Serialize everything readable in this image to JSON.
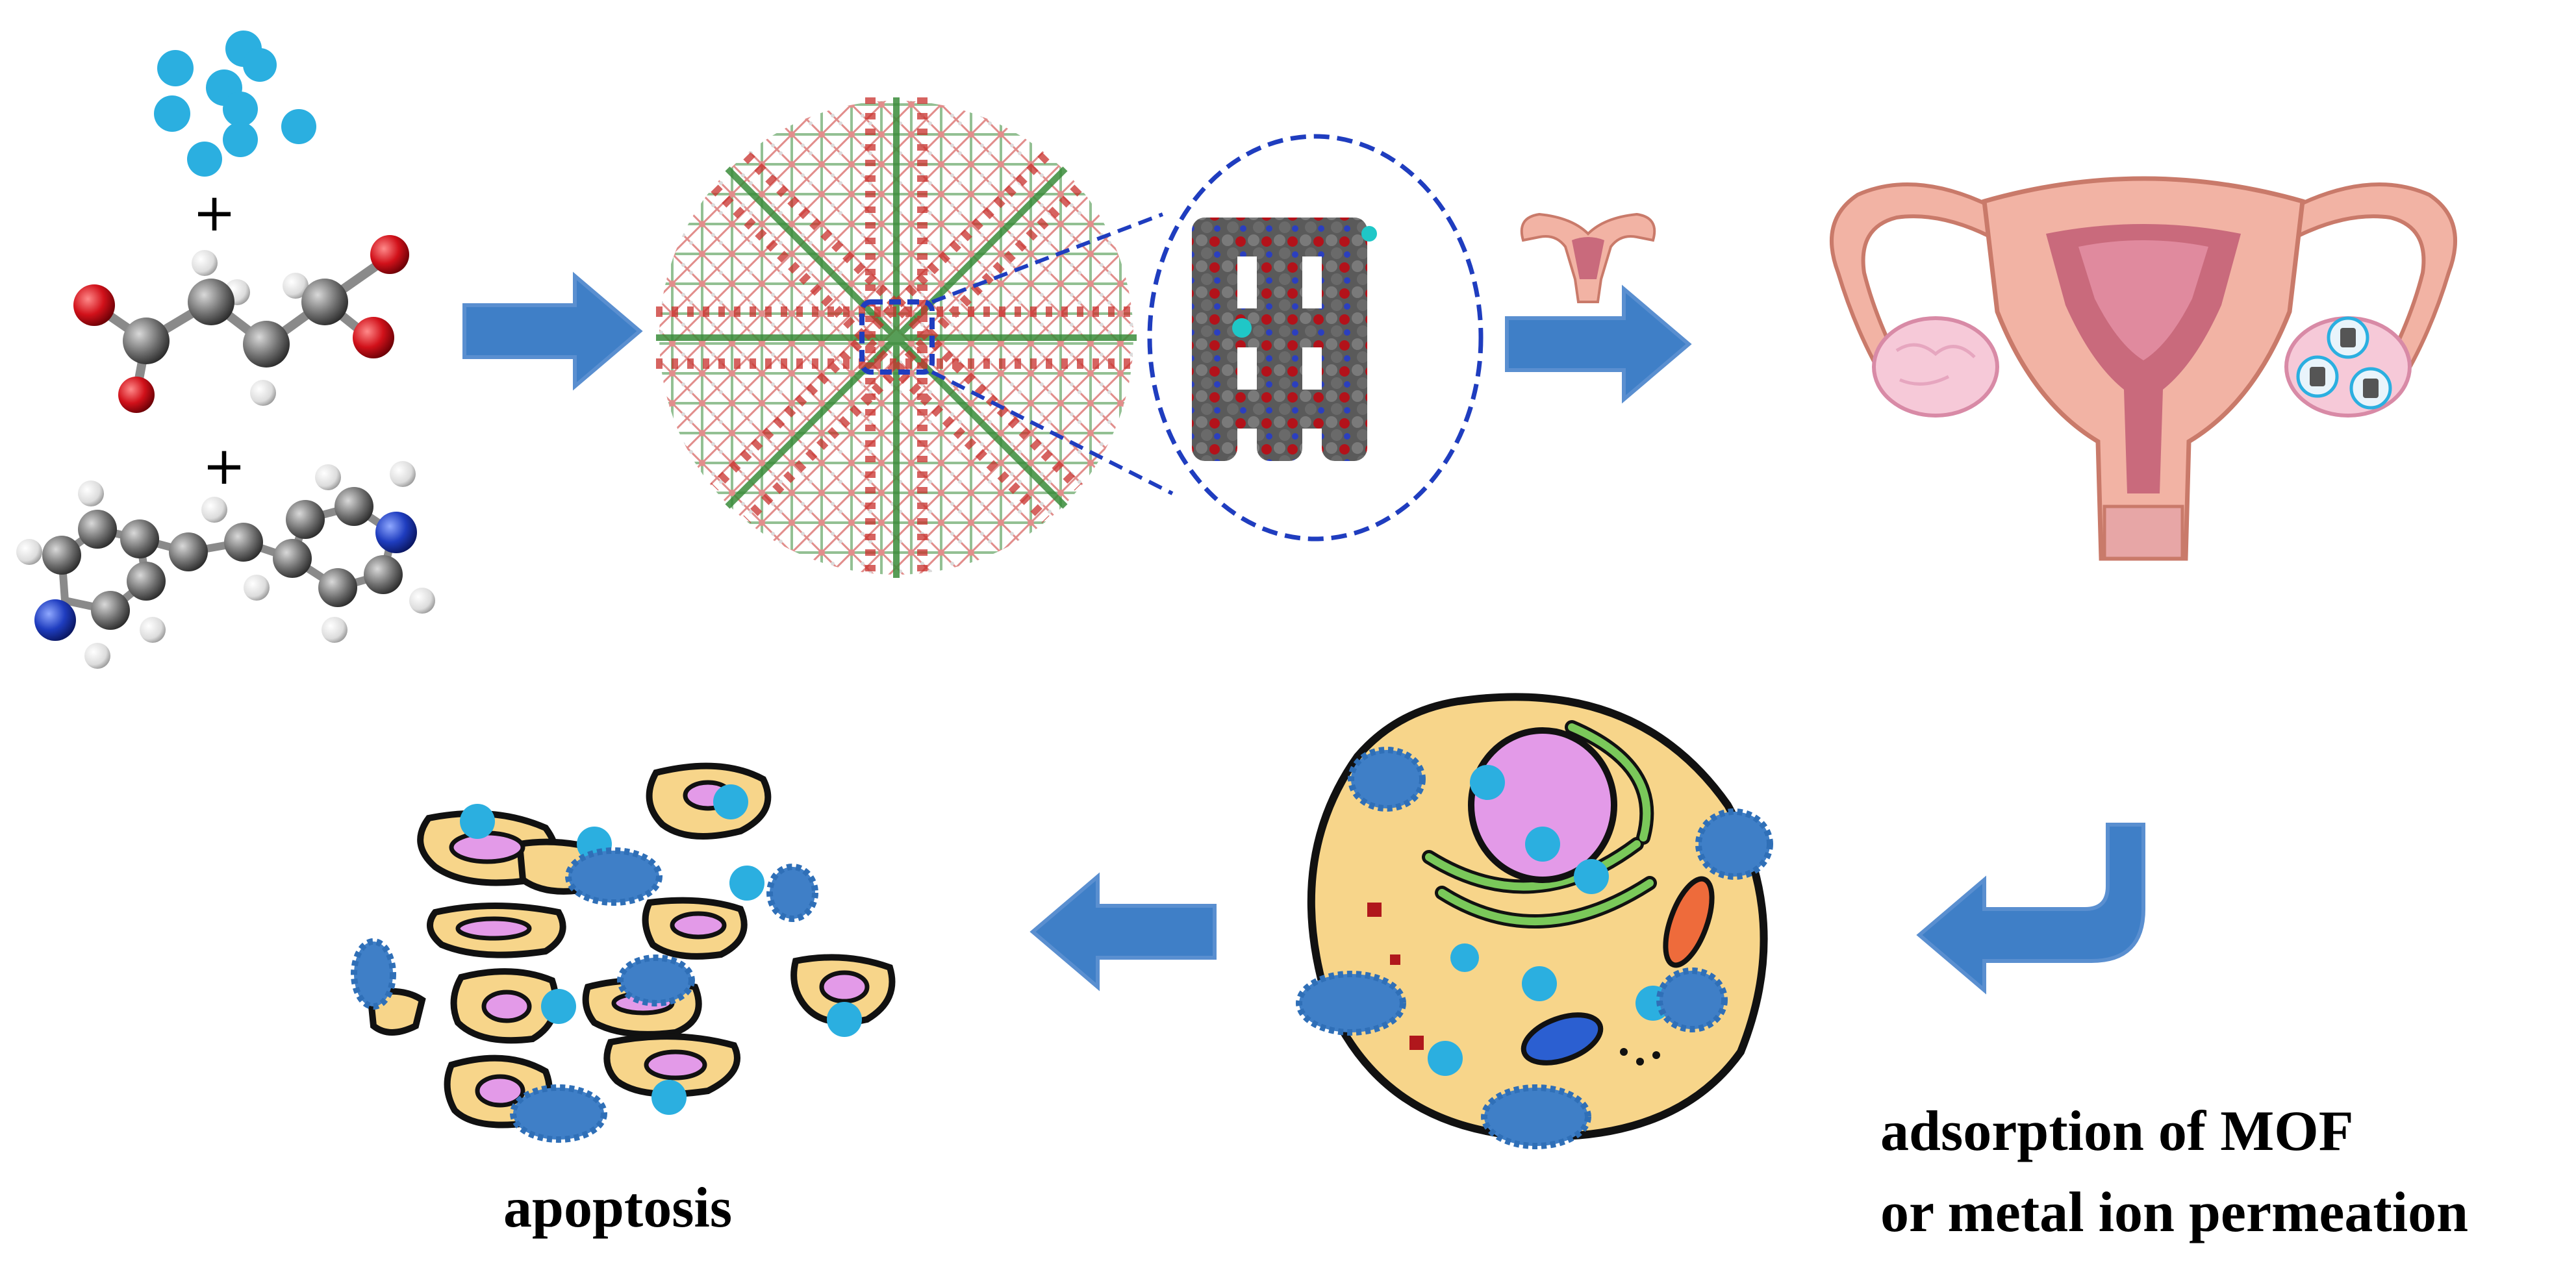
{
  "captions": {
    "apoptosis": "apoptosis",
    "adsorption_line1": "adsorption of MOF",
    "adsorption_line2": "or metal ion permeation"
  },
  "symbols": {
    "plus": "+"
  },
  "colors": {
    "background": "#ffffff",
    "metal_ion": "#2bafe0",
    "arrow_fill": "#3f7fc7",
    "arrow_stroke": "#5a8fd0",
    "zoom_outline": "#1f3dbf",
    "carbon_atom": "#6e6e6e",
    "oxygen_atom": "#d1111a",
    "nitrogen_atom": "#1f3dbf",
    "hydrogen_atom": "#e8e8e8",
    "mof_red": "#c9302c",
    "mof_green": "#3a8c3a",
    "uterus_skin": "#f2b3a4",
    "uterus_inner": "#c96a7c",
    "ovary": "#f6c9d8",
    "cytoplasm": "#f7d58a",
    "nucleus": "#e39ae8",
    "golgi": "#7ac85a",
    "mitochondria": "#ee6b3b",
    "vesicle_blue": "#2b5fd1",
    "nanoparticle": "#3f7fc7"
  },
  "icons": [
    "metal-ion-cluster-icon",
    "dicarboxylic-acid-molecule-icon",
    "bipyridyl-ethylene-molecule-icon",
    "mof-framework-icon",
    "mof-pore-zoom-icon",
    "uterus-thumbnail-icon",
    "uterus-ovaries-icon",
    "cell-icon",
    "apoptotic-cells-icon",
    "arrow-right-icon",
    "arrow-left-icon",
    "arrow-curved-icon"
  ]
}
